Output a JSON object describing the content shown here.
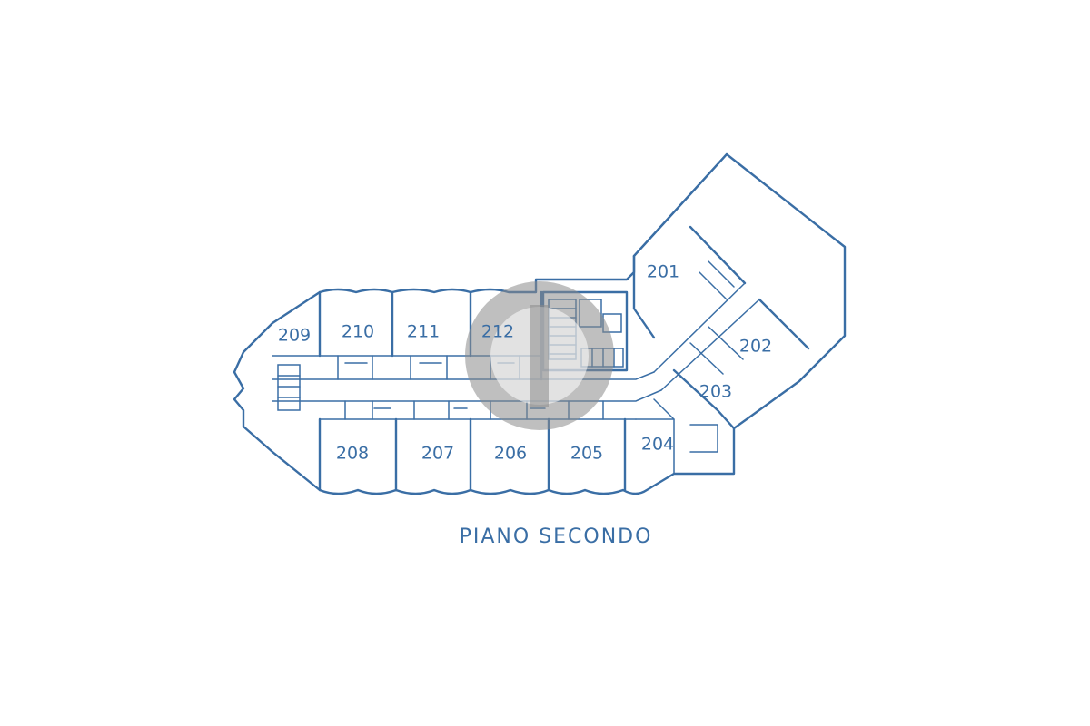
{
  "plan": {
    "title": "PIANO SECONDO",
    "ink_color": "#3a6ea5",
    "rooms": [
      {
        "id": "201",
        "label": "201"
      },
      {
        "id": "202",
        "label": "202"
      },
      {
        "id": "203",
        "label": "203"
      },
      {
        "id": "204",
        "label": "204"
      },
      {
        "id": "205",
        "label": "205"
      },
      {
        "id": "206",
        "label": "206"
      },
      {
        "id": "207",
        "label": "207"
      },
      {
        "id": "208",
        "label": "208"
      },
      {
        "id": "209",
        "label": "209"
      },
      {
        "id": "210",
        "label": "210"
      },
      {
        "id": "211",
        "label": "211"
      },
      {
        "id": "212",
        "label": "212"
      }
    ]
  }
}
